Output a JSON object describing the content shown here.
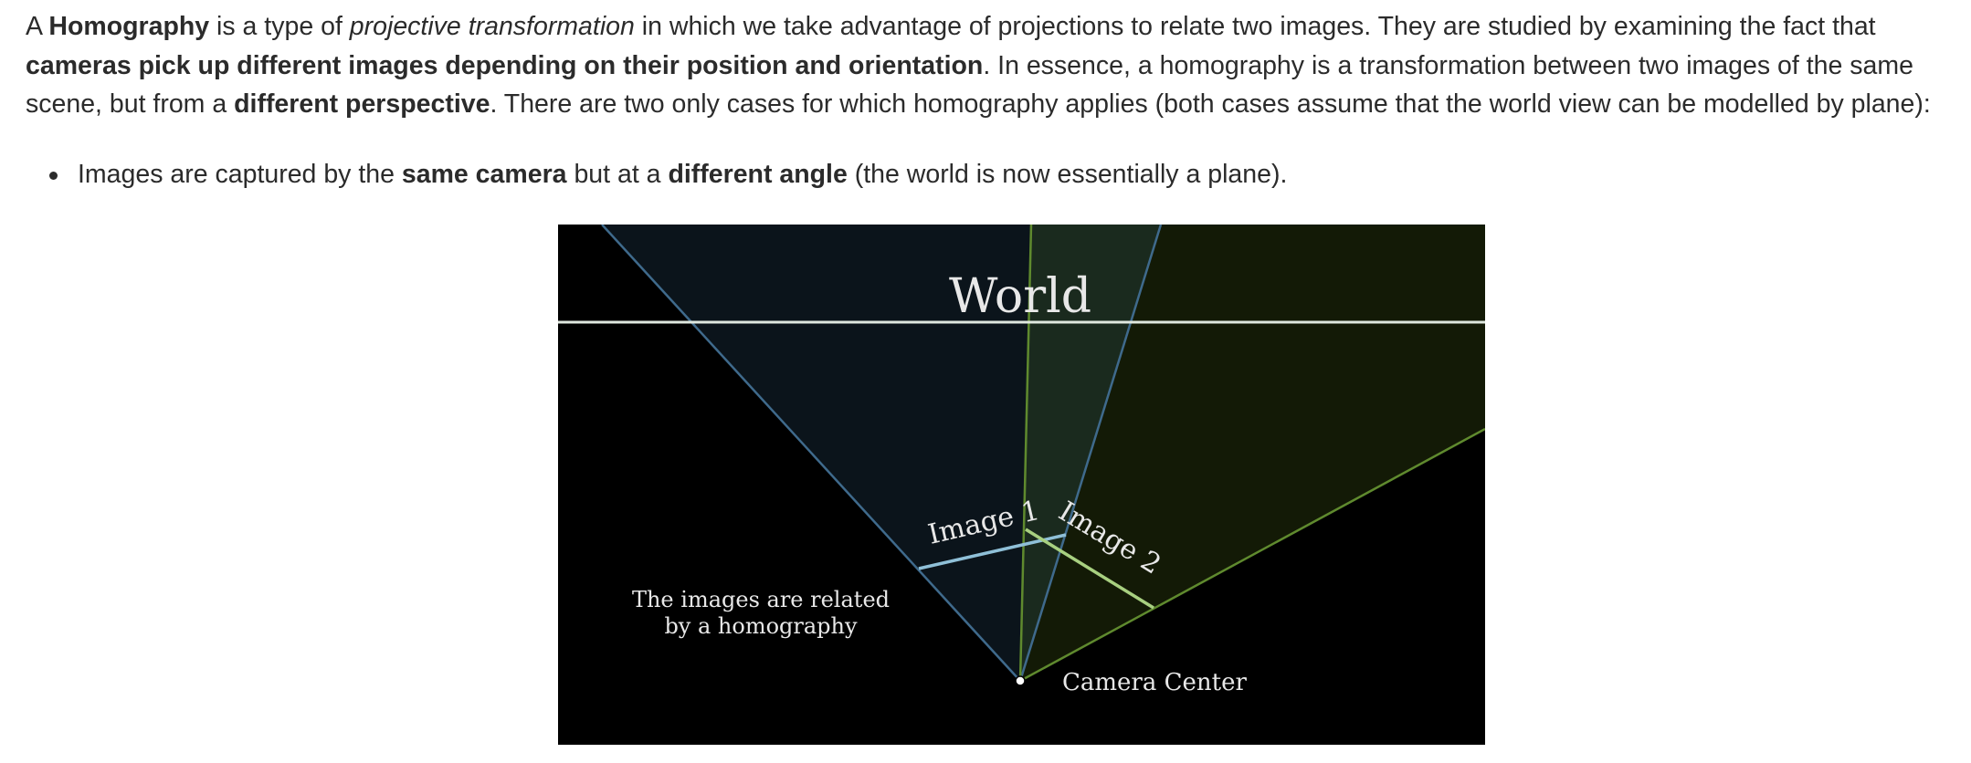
{
  "paragraph": {
    "l1_a": "A ",
    "l1_b": "Homography",
    "l1_c": " is a type of ",
    "l1_d": "projective transformation",
    "l1_e": " in which we take advantage of projections to relate two images. They are studied by examining the fact that",
    "l2_a": "cameras pick up different images depending on their position and orientation",
    "l2_b": ". In essence, a homography is a transformation between two images of the same",
    "l3_a": "scene, but from a ",
    "l3_b": "different perspective",
    "l3_c": ". There are two only cases for which homography applies (both cases assume that the world view can be modelled by plane):"
  },
  "bullets": [
    {
      "a": "Images are captured by the ",
      "b": "same camera",
      "c": " but at a ",
      "d": "different angle",
      "e": " (the world is now essentially a plane)."
    }
  ],
  "figure": {
    "world_label": "World",
    "image1_label": "Image 1",
    "image2_label": "Image 2",
    "note_line1": "The images are related",
    "note_line2": "by a homography",
    "camera_label": "Camera Center",
    "colors": {
      "background": "#000000",
      "world_line": "#dfe8df",
      "cone1_fill": "#0b141b",
      "cone1_stroke": "#3f6a8c",
      "image1_line": "#8fc0d8",
      "cone2_fill": "#131a06",
      "cone2_stroke": "#5f8a2e",
      "image2_line": "#a8d080",
      "overlap_fill": "#1a2a1e",
      "text": "#e8e8e8"
    }
  }
}
